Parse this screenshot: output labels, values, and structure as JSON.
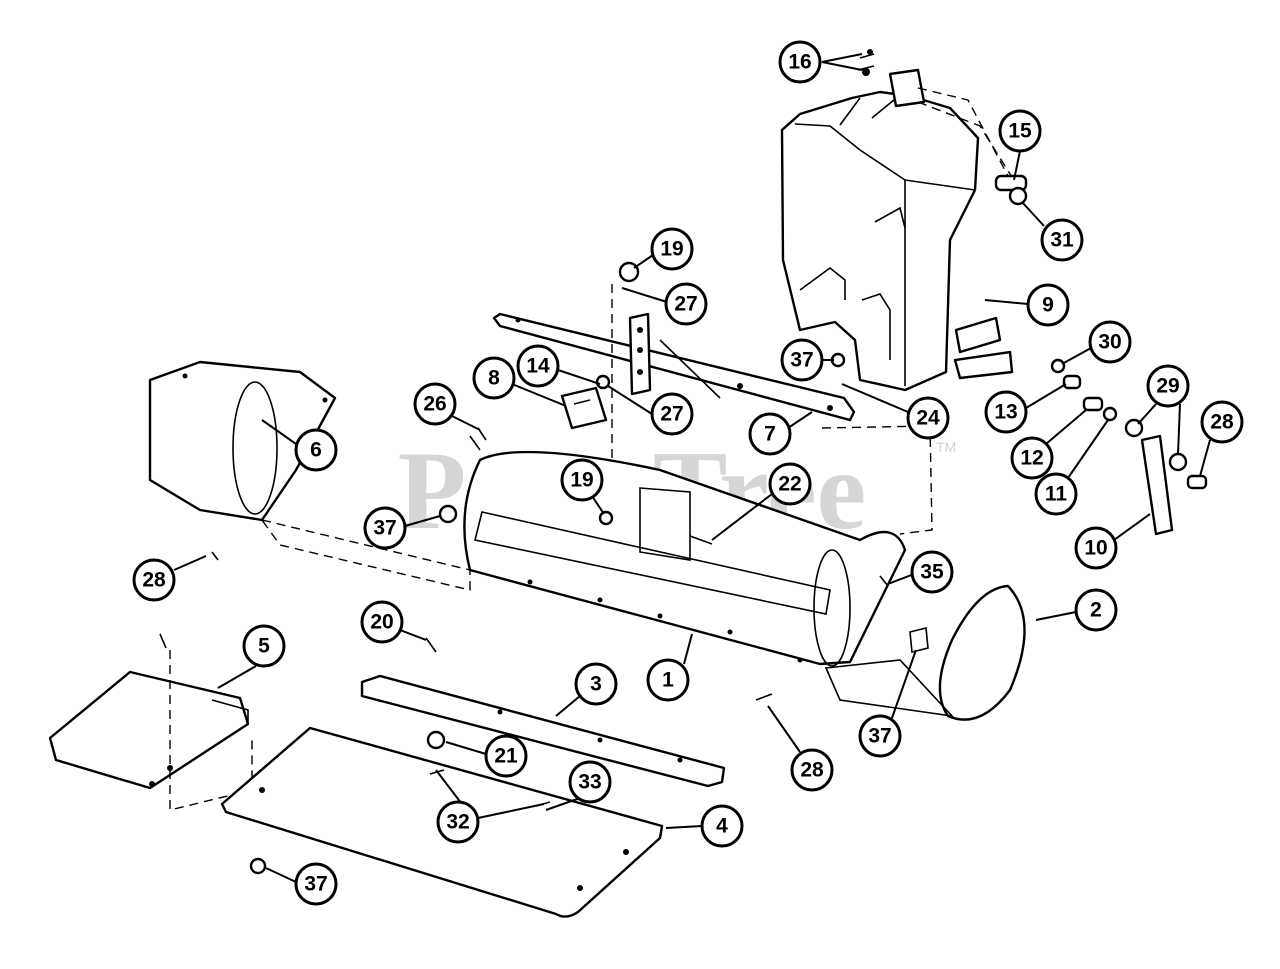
{
  "watermark": {
    "text": "PartsTree",
    "trademark": "TM"
  },
  "callouts": [
    {
      "label": "16"
    },
    {
      "label": "15"
    },
    {
      "label": "31"
    },
    {
      "label": "19"
    },
    {
      "label": "27"
    },
    {
      "label": "9"
    },
    {
      "label": "30"
    },
    {
      "label": "37"
    },
    {
      "label": "14"
    },
    {
      "label": "8"
    },
    {
      "label": "27"
    },
    {
      "label": "24"
    },
    {
      "label": "13"
    },
    {
      "label": "29"
    },
    {
      "label": "28"
    },
    {
      "label": "26"
    },
    {
      "label": "7"
    },
    {
      "label": "12"
    },
    {
      "label": "11"
    },
    {
      "label": "6"
    },
    {
      "label": "19"
    },
    {
      "label": "22"
    },
    {
      "label": "37"
    },
    {
      "label": "10"
    },
    {
      "label": "28"
    },
    {
      "label": "35"
    },
    {
      "label": "2"
    },
    {
      "label": "5"
    },
    {
      "label": "20"
    },
    {
      "label": "3"
    },
    {
      "label": "1"
    },
    {
      "label": "21"
    },
    {
      "label": "37"
    },
    {
      "label": "33"
    },
    {
      "label": "28"
    },
    {
      "label": "32"
    },
    {
      "label": "4"
    },
    {
      "label": "37"
    }
  ]
}
